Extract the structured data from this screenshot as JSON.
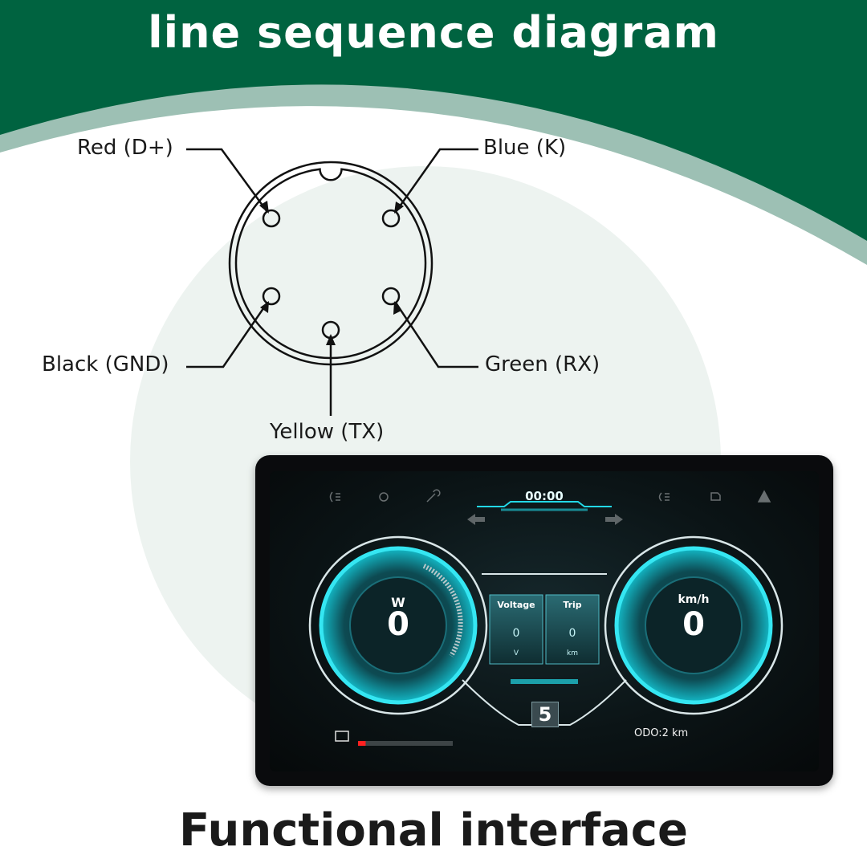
{
  "title": "line sequence diagram",
  "caption": "Functional interface",
  "connector": {
    "pins": [
      {
        "label": "Red (D+)",
        "color_name": "Red",
        "signal": "D+"
      },
      {
        "label": "Blue (K)",
        "color_name": "Blue",
        "signal": "K"
      },
      {
        "label": "Black (GND)",
        "color_name": "Black",
        "signal": "GND"
      },
      {
        "label": "Green (RX)",
        "color_name": "Green",
        "signal": "RX"
      },
      {
        "label": "Yellow (TX)",
        "color_name": "Yellow",
        "signal": "TX"
      }
    ]
  },
  "dashboard": {
    "clock": "00:00",
    "power": {
      "unit": "W",
      "value": "0"
    },
    "speed": {
      "unit": "km/h",
      "value": "0"
    },
    "voltage": {
      "label": "Voltage",
      "value": "0",
      "unit": "V"
    },
    "trip": {
      "label": "Trip",
      "value": "0",
      "unit": "km"
    },
    "gear": "5",
    "odo": "ODO:2 km",
    "battery_level": 0.08,
    "icons": [
      "headlight-icon",
      "brake-icon",
      "wrench-icon",
      "high-beam-icon",
      "motor-icon",
      "warning-icon",
      "battery-icon",
      "turn-left-icon",
      "turn-right-icon"
    ]
  },
  "colors": {
    "header_green": "#006340",
    "accent_cyan": "#22d8e6",
    "soft_circle": "#edf3f0",
    "band": "#9dc0b4"
  }
}
